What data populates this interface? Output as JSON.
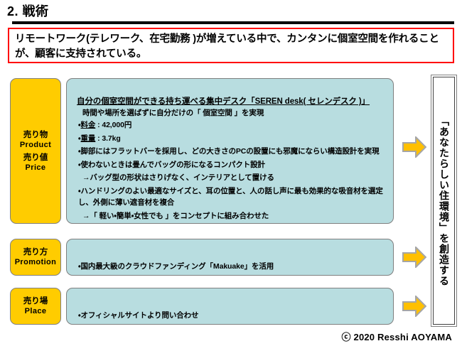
{
  "slide": {
    "title": "2. 戦術",
    "headline": "リモートワーク(テレワーク、在宅勤務 )が増えている中で、カンタンに個室空間を作れることが、顧客に支持されている。",
    "footer": "ⓒ 2020 Resshi AOYAMA"
  },
  "colors": {
    "label_yellow": "#FFCC00",
    "content_cyan": "#B8DDE0",
    "headline_border_red": "#FF0000",
    "arrow_fill": "#FFC000",
    "arrow_border": "#A6A6A6",
    "box_border_gray": "#7F7F7F",
    "text_black": "#000000"
  },
  "rows": [
    {
      "label": {
        "pairs": [
          {
            "jp": "売り物",
            "en": "Product"
          },
          {
            "jp": "売り値",
            "en": "Price"
          }
        ]
      },
      "content": {
        "heading": "自分の個室空間ができる持ち運べる集中デスク「SEREN desk( セレンデスク )」",
        "subheading": "時間や場所を選ばずに自分だけの「 個室空間 」を実現",
        "bullets": [
          {
            "marker": "・",
            "underline": "料金",
            "text": " : 42,000円",
            "kind": "bullet"
          },
          {
            "marker": "・",
            "underline": "重量",
            "text": " : 3.7kg",
            "kind": "bullet"
          },
          {
            "marker": "・",
            "underline": "",
            "text": "脚部にはフラットバーを採用し、どの大きさのPCの設置にも邪魔にならい構造設計を実現",
            "kind": "bullet"
          },
          {
            "marker": "・",
            "underline": "",
            "text": "使わないときは畳んでバッグの形になるコンパクト設計",
            "kind": "bullet"
          },
          {
            "marker": "→",
            "underline": "",
            "text": "バッグ型の形状はさりげなく、インテリアとして置ける",
            "kind": "arrow"
          },
          {
            "marker": "・",
            "underline": "",
            "text": "ハンドリングのよい最適なサイズと、耳の位置と、人の話し声に最も効果的な吸音材を選定し、外側に薄い遮音材を複合",
            "kind": "bullet"
          },
          {
            "marker": "→",
            "underline": "",
            "text": "「 軽い・簡単・女性でも 」をコンセプトに組み合わせた",
            "kind": "arrow"
          }
        ]
      },
      "arrow": "right-arrow-icon"
    },
    {
      "label": {
        "pairs": [
          {
            "jp": "売り方",
            "en": "Promotion"
          }
        ]
      },
      "content": {
        "simple": "・国内最大級のクラウドファンディング「Makuake」を活用"
      },
      "arrow": "right-arrow-icon"
    },
    {
      "label": {
        "pairs": [
          {
            "jp": "売り場",
            "en": "Place"
          }
        ]
      },
      "content": {
        "simple": "・オフィシャルサイトより問い合わせ"
      },
      "arrow": "right-arrow-icon"
    }
  ],
  "vision": {
    "text": "「あなたらしい住環境」を創造する"
  }
}
